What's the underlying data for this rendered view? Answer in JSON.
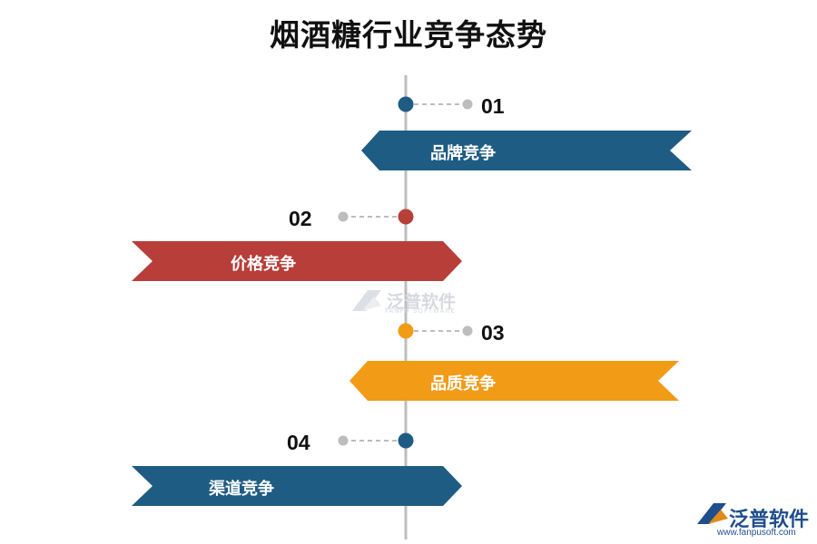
{
  "title": "烟酒糖行业竞争态势",
  "items": [
    {
      "num": "01",
      "label": "品牌竞争",
      "color": "#1f5c84"
    },
    {
      "num": "02",
      "label": "价格竞争",
      "color": "#b83e39"
    },
    {
      "num": "03",
      "label": "品质竞争",
      "color": "#f29b16"
    },
    {
      "num": "04",
      "label": "渠道竞争",
      "color": "#1f5c84"
    }
  ],
  "colors": {
    "axis": "#bdbdbd",
    "dash": "#bdbdbd",
    "text": "#111111"
  },
  "watermark": {
    "name": "泛普软件",
    "sub": "FANPU SOFTWARE"
  },
  "logo": {
    "name": "泛普软件",
    "url": "www.fanpusoft.com"
  }
}
